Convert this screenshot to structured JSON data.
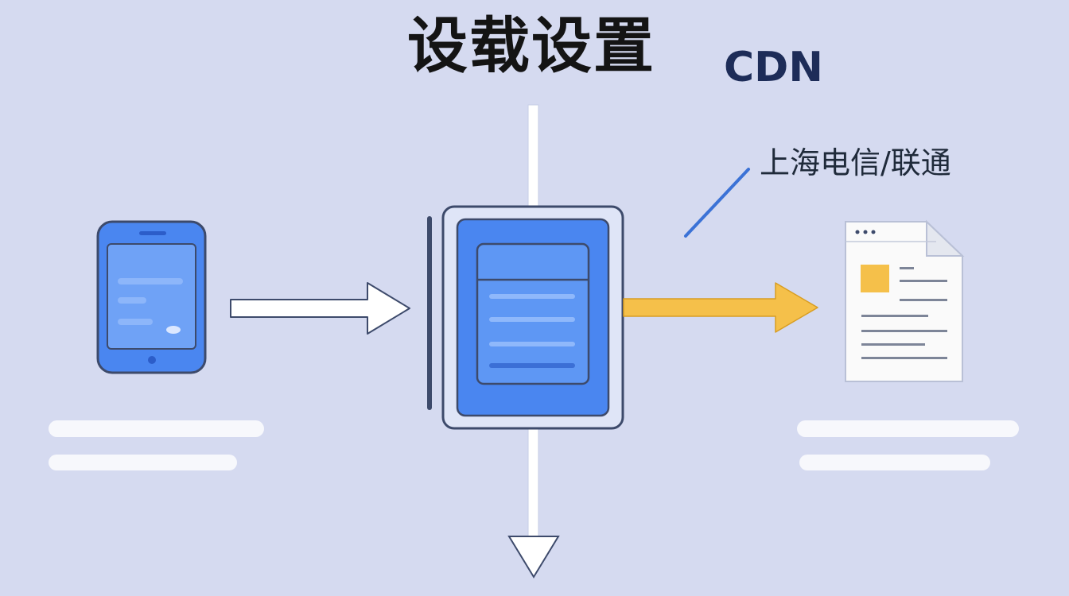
{
  "title": "设载设置",
  "cdn_label": "CDN",
  "isp_label": "上海电信/联通",
  "icons": {
    "client": "smartphone-icon",
    "server": "cdn-server-icon",
    "content": "web-document-icon"
  },
  "colors": {
    "background": "#d5daf0",
    "device_blue": "#4a86f0",
    "device_outline": "#3d4a6b",
    "output_arrow": "#f5c04a",
    "input_arrow": "#ffffff",
    "accent_line": "#3b72d6"
  }
}
